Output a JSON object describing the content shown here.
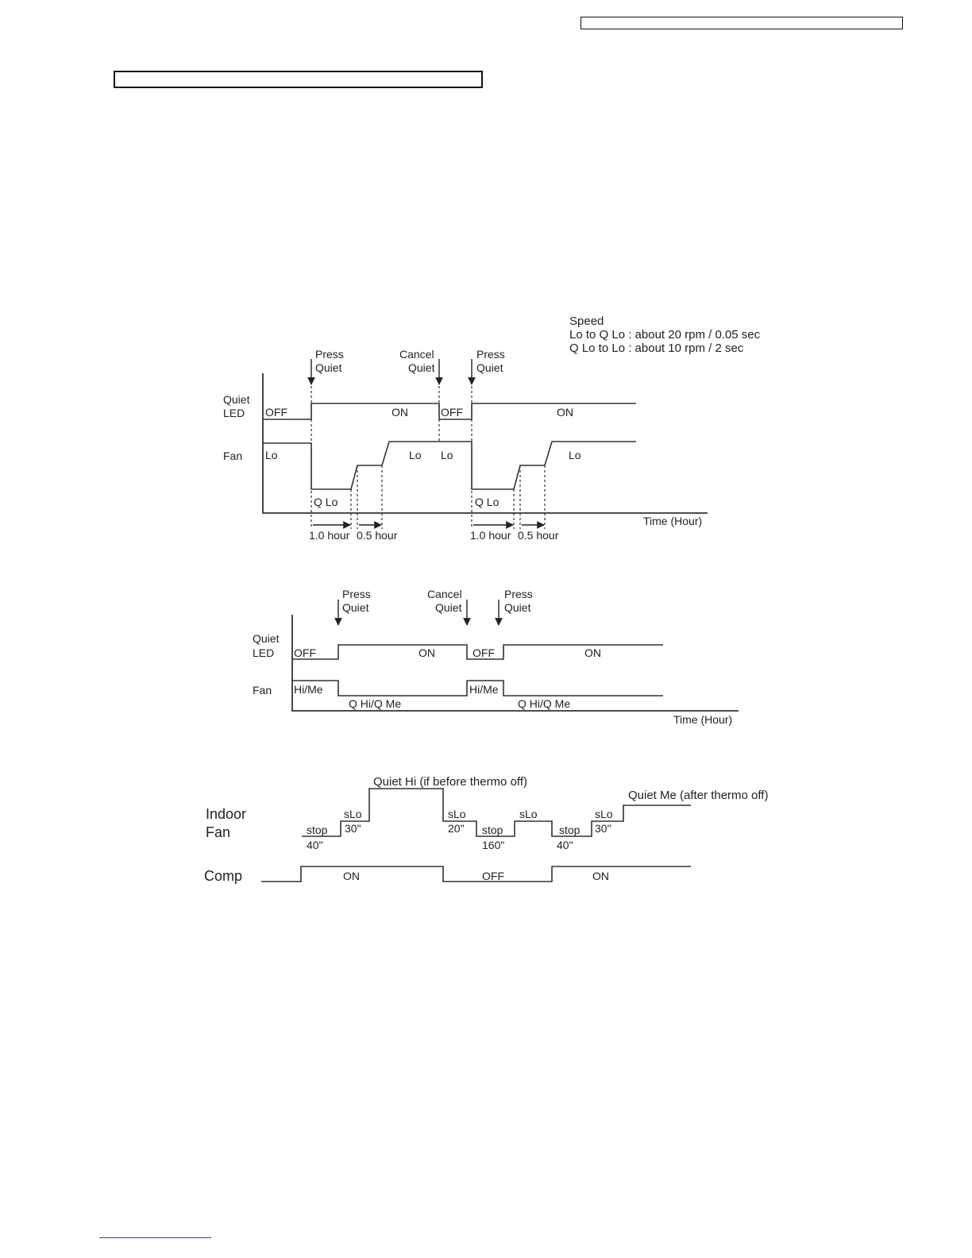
{
  "header": {
    "box_text": ""
  },
  "section": {
    "box_text": ""
  },
  "diagram1": {
    "speed_title": "Speed",
    "speed_line1": "Lo to Q Lo :  about 20 rpm / 0.05 sec",
    "speed_line2": "Q Lo to Lo :  about 10 rpm / 2 sec",
    "press_quiet_1a": "Press",
    "press_quiet_1b": "Quiet",
    "cancel_quiet_a": "Cancel",
    "cancel_quiet_b": "Quiet",
    "press_quiet_2a": "Press",
    "press_quiet_2b": "Quiet",
    "row_led_a": "Quiet",
    "row_led_b": "LED",
    "row_fan": "Fan",
    "led_off_1": "OFF",
    "led_on_1": "ON",
    "led_off_2": "OFF",
    "led_on_2": "ON",
    "fan_lo_1": "Lo",
    "fan_lo_2": "Lo",
    "fan_lo_3": "Lo",
    "fan_lo_4": "Lo",
    "fan_qlo_1": "Q Lo",
    "fan_qlo_2": "Q Lo",
    "time_label": "Time (Hour)",
    "dur_1": "1.0 hour",
    "dur_2": "0.5 hour",
    "dur_3": "1.0 hour",
    "dur_4": "0.5 hour"
  },
  "diagram2": {
    "press_quiet_1a": "Press",
    "press_quiet_1b": "Quiet",
    "cancel_quiet_a": "Cancel",
    "cancel_quiet_b": "Quiet",
    "press_quiet_2a": "Press",
    "press_quiet_2b": "Quiet",
    "row_led_a": "Quiet",
    "row_led_b": "LED",
    "row_fan": "Fan",
    "led_off_1": "OFF",
    "led_on_1": "ON",
    "led_off_2": "OFF",
    "led_on_2": "ON",
    "fan_hime_1": "Hi/Me",
    "fan_hime_2": "Hi/Me",
    "fan_qhime_1": "Q Hi/Q Me",
    "fan_qhime_2": "Q Hi/Q Me",
    "time_label": "Time (Hour)"
  },
  "diagram3": {
    "row_indoor_a": "Indoor",
    "row_indoor_b": "Fan",
    "row_comp": "Comp",
    "quiet_hi": "Quiet Hi (if before thermo off)",
    "quiet_me": "Quiet Me (after thermo off)",
    "stop_1": "stop",
    "dur_40_1": "40\"",
    "slo_1": "sLo",
    "dur_30_1": "30\"",
    "slo_2": "sLo",
    "dur_20": "20\"",
    "stop_2": "stop",
    "dur_160": "160\"",
    "slo_3": "sLo",
    "stop_3": "stop",
    "dur_40_2": "40\"",
    "slo_4": "sLo",
    "dur_30_2": "30\"",
    "comp_on_1": "ON",
    "comp_off": "OFF",
    "comp_on_2": "ON"
  },
  "colors": {
    "line": "#333333",
    "link": "#2c3fb3"
  }
}
